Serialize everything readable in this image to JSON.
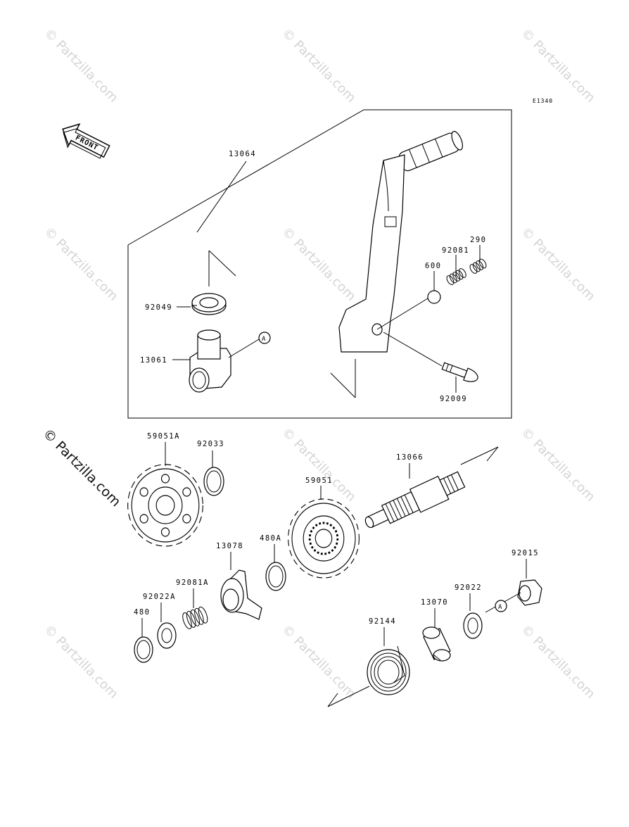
{
  "diagram": {
    "code": "E1340",
    "front_label": "FRONT",
    "watermark": "© Partzilla.com",
    "ref_marker": "A",
    "parts": {
      "p13064": "13064",
      "p290": "290",
      "p92081": "92081",
      "p600": "600",
      "p92049": "92049",
      "p13061": "13061",
      "p92009": "92009",
      "p59051A": "59051A",
      "p92033": "92033",
      "p13066": "13066",
      "p59051": "59051",
      "p480A": "480A",
      "p13078": "13078",
      "p92081A": "92081A",
      "p92022A": "92022A",
      "p480": "480",
      "p92015": "92015",
      "p92022": "92022",
      "p13070": "13070",
      "p92144": "92144"
    }
  }
}
